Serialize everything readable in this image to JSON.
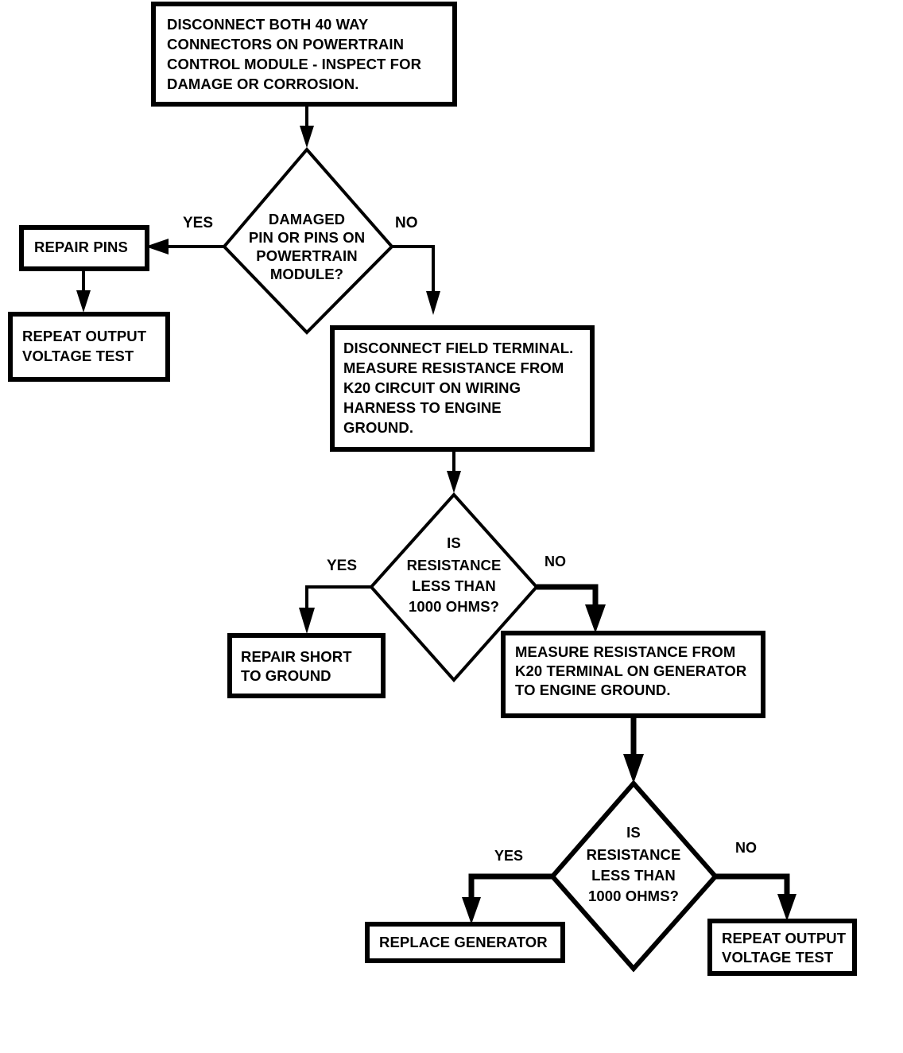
{
  "document": {
    "title": "Generator Field Circuit Diagnostic Flowchart",
    "type": "flowchart",
    "background_color": "#ffffff",
    "line_color": "#000000"
  },
  "nodes": {
    "start_box": {
      "kind": "process",
      "lines": [
        "DISCONNECT BOTH 40 WAY",
        "CONNECTORS ON POWERTRAIN",
        "CONTROL MODULE - INSPECT FOR",
        "DAMAGE OR CORROSION."
      ]
    },
    "decision_pins": {
      "kind": "decision",
      "lines": [
        "DAMAGED",
        "PIN OR PINS ON",
        "POWERTRAIN",
        "MODULE?"
      ]
    },
    "repair_pins": {
      "kind": "process",
      "lines": [
        "REPAIR PINS"
      ]
    },
    "repeat_output_voltage_test_left": {
      "kind": "process",
      "lines": [
        "REPEAT OUTPUT",
        "VOLTAGE TEST"
      ]
    },
    "disconnect_field_terminal": {
      "kind": "process",
      "lines": [
        "DISCONNECT FIELD TERMINAL.",
        "MEASURE RESISTANCE FROM",
        "K20 CIRCUIT ON WIRING",
        "HARNESS TO ENGINE",
        "GROUND."
      ]
    },
    "decision_resistance_harness": {
      "kind": "decision",
      "lines": [
        "IS",
        "RESISTANCE",
        "LESS THAN",
        "1000 OHMS?"
      ]
    },
    "repair_short_to_ground": {
      "kind": "process",
      "lines": [
        "REPAIR SHORT",
        "TO GROUND"
      ]
    },
    "measure_resistance_generator": {
      "kind": "process",
      "lines": [
        "MEASURE RESISTANCE FROM",
        "K20 TERMINAL ON GENERATOR",
        "TO ENGINE GROUND."
      ]
    },
    "decision_resistance_generator": {
      "kind": "decision",
      "lines": [
        "IS",
        "RESISTANCE",
        "LESS THAN",
        "1000 OHMS?"
      ]
    },
    "replace_generator": {
      "kind": "process",
      "lines": [
        "REPLACE GENERATOR"
      ]
    },
    "repeat_output_voltage_test_right": {
      "kind": "process",
      "lines": [
        "REPEAT OUTPUT",
        "VOLTAGE TEST"
      ]
    }
  },
  "edge_labels": {
    "pins_yes": "YES",
    "pins_no": "NO",
    "harness_yes": "YES",
    "harness_no": "NO",
    "generator_yes": "YES",
    "generator_no": "NO"
  }
}
